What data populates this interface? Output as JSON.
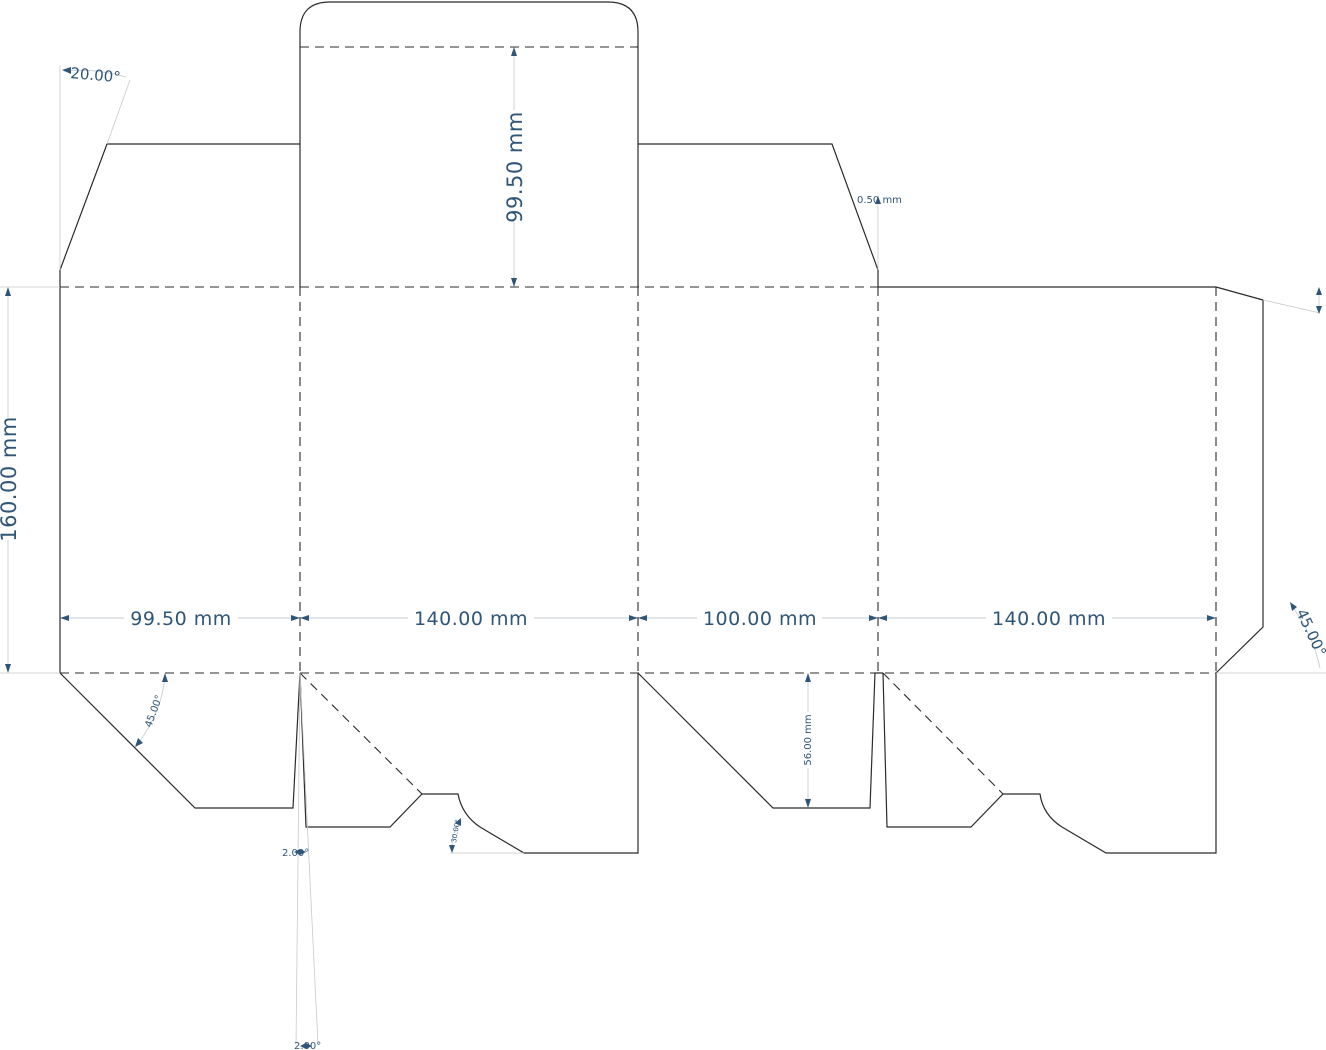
{
  "dimensions": {
    "top_flap_height": "99.50 mm",
    "panel_height": "160.00 mm",
    "panel_1_width": "99.50 mm",
    "panel_2_width": "140.00 mm",
    "panel_3_width": "100.00 mm",
    "panel_4_width": "140.00 mm",
    "bottom_tab_depth": "56.00 mm",
    "dust_flap_offset": "0.50 mm"
  },
  "angles": {
    "dust_flap_taper": "20.00°",
    "glue_flap": "45.00°",
    "bottom_bevel": "45.00°",
    "lock_notch_upper": "2.00°",
    "lock_notch_lower": "2.00°",
    "lock_curve": "30.00°"
  },
  "colors": {
    "cut_line": "#2b2b2b",
    "dimension": "#2f5578",
    "extension": "#c9c9c9"
  }
}
